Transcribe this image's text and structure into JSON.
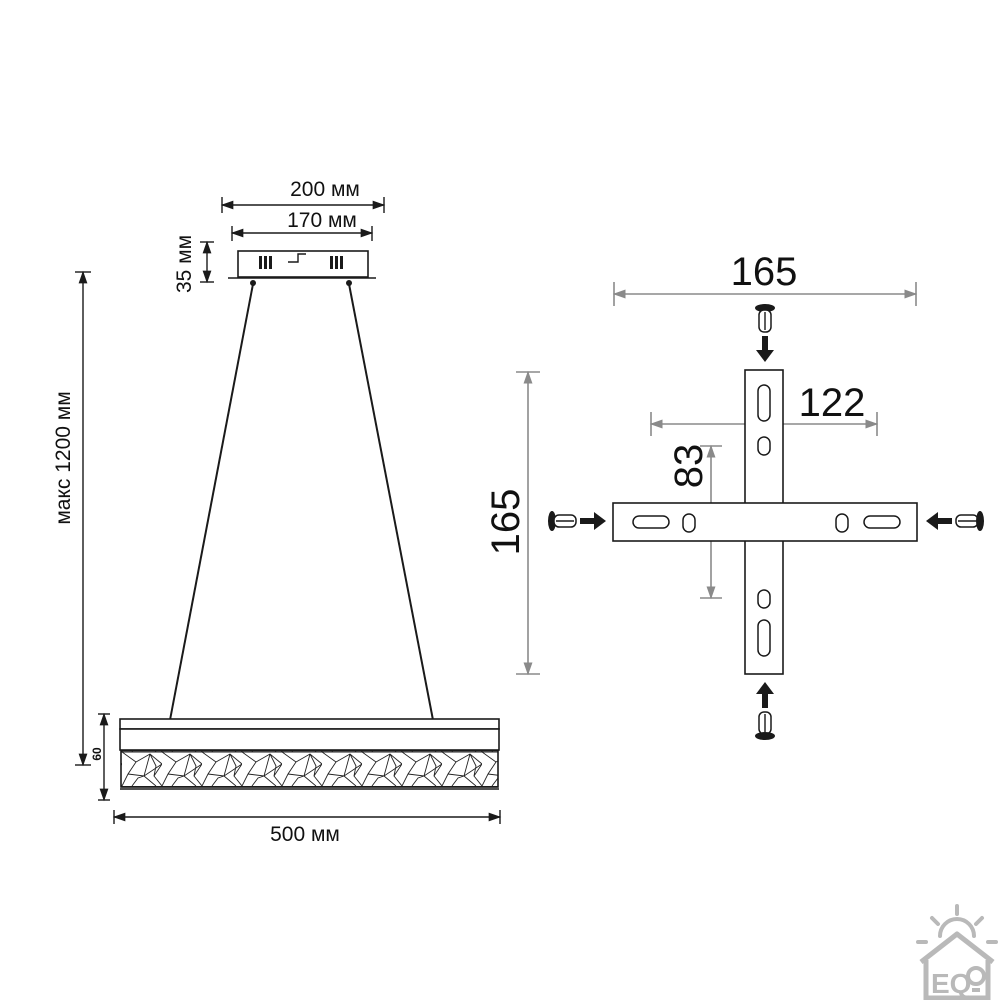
{
  "lamp_dimensions": {
    "canopy_width": "200 мм",
    "plate_width": "170 мм",
    "canopy_height": "35 мм",
    "max_height": "макс 1200 мм",
    "body_height": "60",
    "body_width": "500 мм"
  },
  "bracket_dimensions": {
    "overall_width": "165",
    "overall_height": "165",
    "hole_spacing_horizontal": "122",
    "hole_spacing_vertical": "83"
  },
  "colors": {
    "line": "#1a1a1a",
    "dimension_grey": "#8a8a8a",
    "logo": "#b9b9b9"
  },
  "logo": {
    "icon": "sun-house-bulb-logo",
    "text": "EQ"
  }
}
